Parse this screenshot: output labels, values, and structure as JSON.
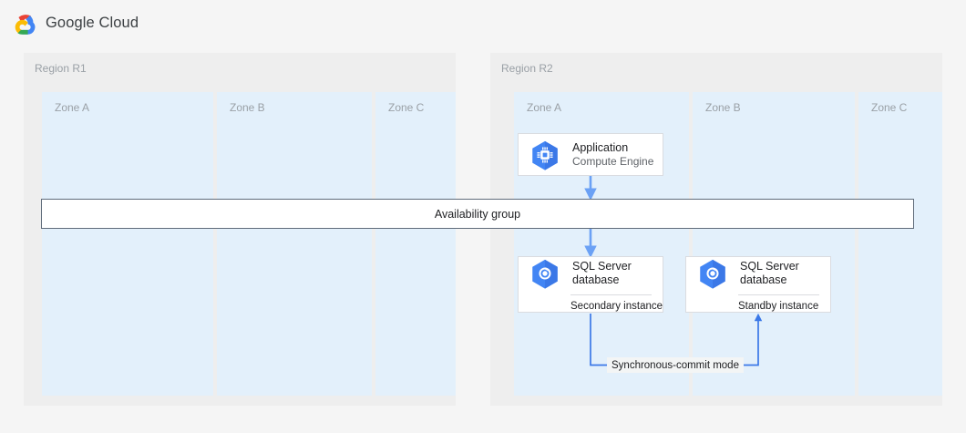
{
  "brand": {
    "logo_icon": "google-cloud-logo-icon",
    "name": "Google Cloud"
  },
  "colors": {
    "page_background": "#f5f5f5",
    "region_background": "#eeeeee",
    "zone_background": "#e3f0fb",
    "card_background": "#ffffff",
    "card_border": "#dadce0",
    "bar_border": "#5f6b7a",
    "connector_blue": "#4285f4",
    "connector_light_blue": "#7baaf7",
    "icon_blue": "#4285f4",
    "label_gray": "#9aa0a6",
    "text_primary": "#202124",
    "text_secondary": "#5f6368"
  },
  "regions": [
    {
      "id": "r1",
      "label": "Region R1",
      "zones": [
        {
          "id": "r1-zone-a",
          "label": "Zone A"
        },
        {
          "id": "r1-zone-b",
          "label": "Zone B"
        },
        {
          "id": "r1-zone-c",
          "label": "Zone C"
        }
      ]
    },
    {
      "id": "r2",
      "label": "Region R2",
      "zones": [
        {
          "id": "r2-zone-a",
          "label": "Zone A"
        },
        {
          "id": "r2-zone-b",
          "label": "Zone B"
        },
        {
          "id": "r2-zone-c",
          "label": "Zone C"
        }
      ]
    }
  ],
  "availability_group": {
    "label": "Availability group"
  },
  "cards": [
    {
      "id": "application",
      "icon": "compute-engine-icon",
      "title": "Application",
      "subtitle": "Compute Engine",
      "footer": null,
      "zone": "r2-zone-a"
    },
    {
      "id": "secondary",
      "icon": "sql-server-database-icon",
      "title": "SQL Server\ndatabase",
      "subtitle": null,
      "footer": "Secondary instance",
      "zone": "r2-zone-a"
    },
    {
      "id": "standby",
      "icon": "sql-server-database-icon",
      "title": "SQL Server\ndatabase",
      "subtitle": null,
      "footer": "Standby instance",
      "zone": "r2-zone-b"
    }
  ],
  "connectors": [
    {
      "id": "app-to-availability-group",
      "from": "application",
      "to": "availability-group",
      "style": "arrow-down",
      "label": null
    },
    {
      "id": "availability-group-to-secondary",
      "from": "availability-group",
      "to": "secondary",
      "style": "arrow-down",
      "label": null
    },
    {
      "id": "secondary-to-standby",
      "from": "secondary",
      "to": "standby",
      "style": "u-shaped-arrow",
      "label": "Synchronous-commit mode"
    }
  ]
}
